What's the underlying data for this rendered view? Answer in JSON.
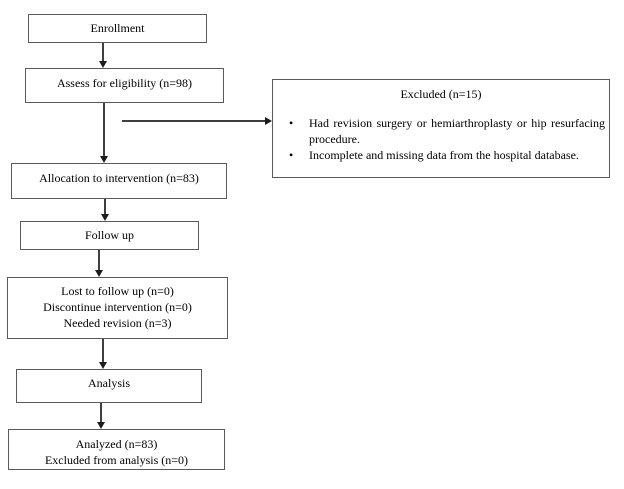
{
  "diagram": {
    "type": "flowchart",
    "boxes": {
      "enrollment": {
        "label": "Enrollment"
      },
      "assess": {
        "label": "Assess for eligibility (n=98)"
      },
      "excluded": {
        "title": "Excluded (n=15)",
        "bullets": [
          "Had revision surgery or hemiarthroplasty or hip resurfacing procedure.",
          "Incomplete and missing data from the hospital database."
        ]
      },
      "allocation": {
        "label": "Allocation to intervention (n=83)"
      },
      "follow_up": {
        "label": "Follow up"
      },
      "follow_up_outcomes": {
        "lines": [
          "Lost to follow up (n=0)",
          "Discontinue intervention (n=0)",
          "Needed revision (n=3)"
        ]
      },
      "analysis": {
        "label": "Analysis"
      },
      "analyzed": {
        "lines": [
          "Analyzed (n=83)",
          "Excluded from analysis (n=0)"
        ]
      }
    },
    "counts": {
      "assessed": 98,
      "excluded": 15,
      "allocated": 83,
      "lost_to_follow_up": 0,
      "discontinued_intervention": 0,
      "needed_revision": 3,
      "analyzed": 83,
      "excluded_from_analysis": 0
    },
    "icons": {
      "bullet": "•"
    },
    "colors": {
      "box_border": "#5a5a5a",
      "connector_line": "#3f3f3f",
      "arrowhead": "#1c1c1c",
      "text": "#000000",
      "background": "#ffffff"
    }
  }
}
